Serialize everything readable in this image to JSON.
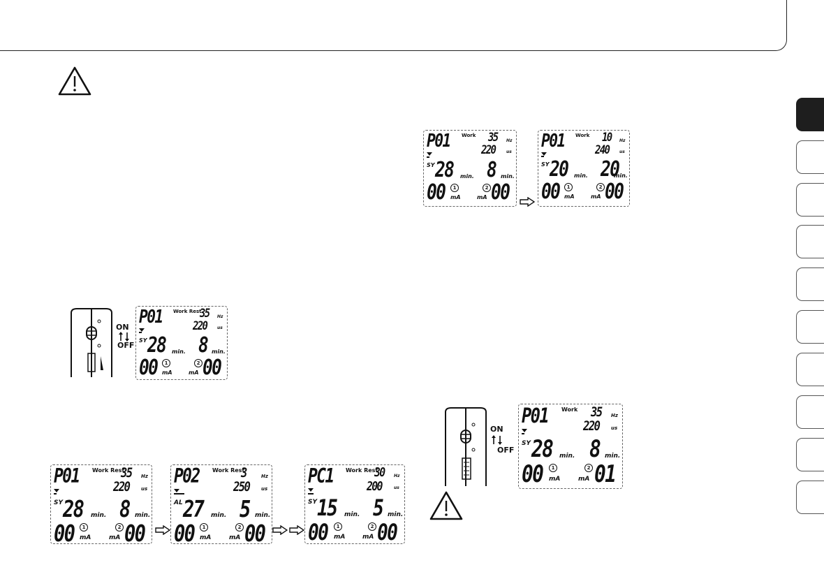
{
  "icons": {
    "warning": "warning-icon",
    "arrow": "right-arrow-icon",
    "device": "device-switch-icon"
  },
  "colors": {
    "ink": "#111111",
    "tab_active": "#1e1e1e"
  },
  "side_tabs": {
    "count": 10,
    "active_index": 0
  },
  "switch": {
    "on_label": "ON",
    "off_label": "OFF"
  },
  "units": {
    "hz": "Hz",
    "us": "us",
    "min": "min.",
    "ma": "mA",
    "ch1": "1",
    "ch2": "2"
  },
  "screens": {
    "a": {
      "program": "P01",
      "mode": "Work Rest",
      "freq": "35",
      "width": "220",
      "tag": "SY",
      "time1": "28",
      "time2": "8",
      "int1": "00",
      "int2": "00"
    },
    "b": {
      "program": "P01",
      "mode": "Work Rest",
      "freq": "35",
      "width": "220",
      "tag": "SY",
      "time1": "28",
      "time2": "8",
      "int1": "00",
      "int2": "00"
    },
    "c": {
      "program": "P02",
      "mode": "Work Rest",
      "freq": "3",
      "width": "250",
      "tag": "AL",
      "time1": "27",
      "time2": "5",
      "int1": "00",
      "int2": "00"
    },
    "d": {
      "program": "PC1",
      "mode": "Work Rest",
      "freq": "30",
      "width": "200",
      "tag": "SY",
      "time1": "15",
      "time2": "5",
      "int1": "00",
      "int2": "00"
    },
    "e": {
      "program": "P01",
      "mode": "Work",
      "freq": "35",
      "width": "220",
      "tag": "SY",
      "time1": "28",
      "time2": "8",
      "int1": "00",
      "int2": "00"
    },
    "f": {
      "program": "P01",
      "mode": "Work",
      "freq": "10",
      "width": "240",
      "tag": "SY",
      "time1": "20",
      "time2": "20",
      "int1": "00",
      "int2": "00"
    },
    "g": {
      "program": "P01",
      "mode": "Work",
      "freq": "35",
      "width": "220",
      "tag": "SY",
      "time1": "28",
      "time2": "8",
      "int1": "00",
      "int2": "01"
    }
  }
}
